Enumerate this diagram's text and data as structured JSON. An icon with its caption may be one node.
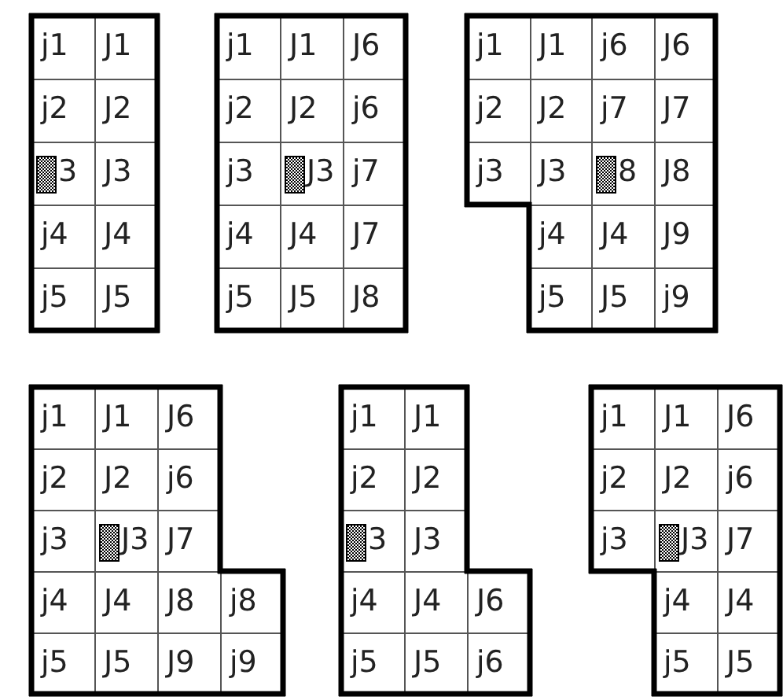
{
  "diagram": {
    "labels": [
      "j1",
      "J1",
      "j2",
      "J2",
      "3",
      "J3",
      "j4",
      "J4",
      "j5",
      "J5",
      "j1",
      "J1",
      "J6",
      "j2",
      "J2",
      "j6",
      "j3",
      "J3",
      "j7",
      "j4",
      "J4",
      "J7",
      "j5",
      "J5",
      "J8",
      "j1",
      "J1",
      "j6",
      "J6",
      "j2",
      "J2",
      "j7",
      "J7",
      "j3",
      "J3",
      "8",
      "J8",
      "j4",
      "J4",
      "J9",
      "j5",
      "J5",
      "j9",
      "j1",
      "J1",
      "J6",
      "j2",
      "J2",
      "j6",
      "j3",
      "J3",
      "J7",
      "j4",
      "J4",
      "J8",
      "j8",
      "j5",
      "J5",
      "J9",
      "j9",
      "j1",
      "J1",
      "j2",
      "J2",
      "3",
      "J3",
      "j4",
      "J4",
      "J6",
      "j5",
      "J5",
      "j6",
      "j1",
      "J1",
      "J6",
      "j2",
      "J2",
      "j6",
      "j3",
      "J3",
      "J7",
      "j4",
      "J4",
      "j5",
      "J5"
    ]
  }
}
